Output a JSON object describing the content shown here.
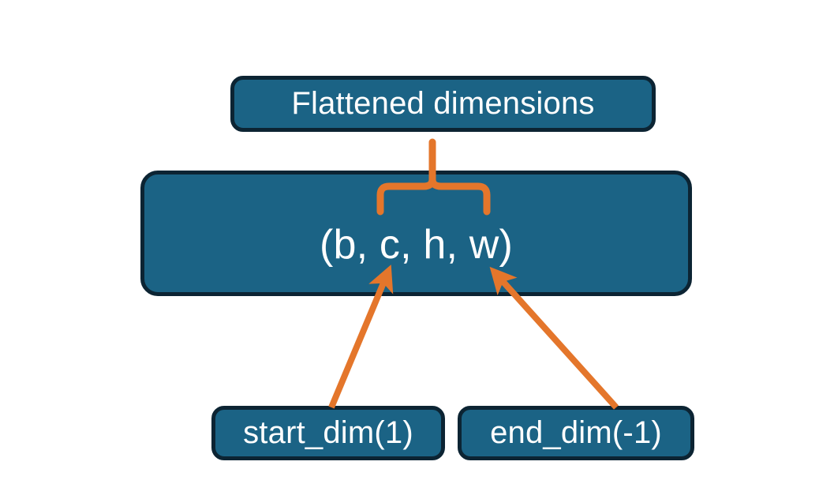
{
  "diagram": {
    "title_node": {
      "label": "Flattened dimensions"
    },
    "shape_node": {
      "label": "(b, c, h, w)"
    },
    "start_node": {
      "label": "start_dim(1)"
    },
    "end_node": {
      "label": "end_dim(-1)"
    },
    "connectors": {
      "brace_name": "upward-curly-brace",
      "arrow_start_name": "start-dim-arrow",
      "arrow_end_name": "end-dim-arrow"
    },
    "colors": {
      "box_fill": "#1b6385",
      "box_border": "#0c2433",
      "accent_orange": "#e4762b",
      "text": "#ffffff",
      "background": "#ffffff"
    }
  }
}
